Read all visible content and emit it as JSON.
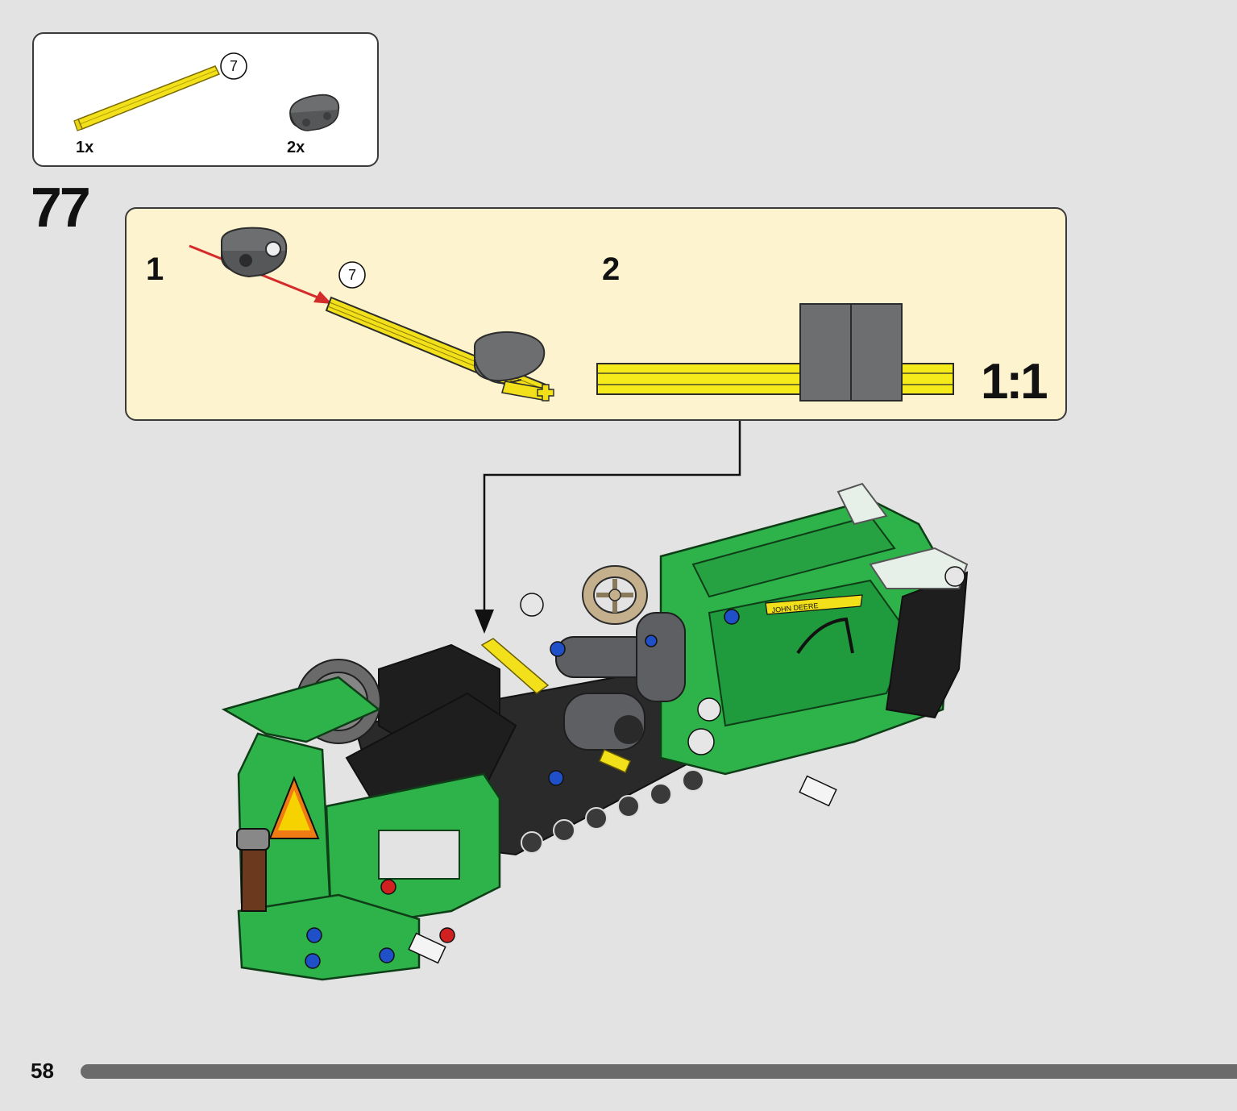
{
  "parts_list": {
    "items": [
      {
        "name": "axle",
        "length_callout": "7",
        "quantity": "1x",
        "color": "#f2e01b"
      },
      {
        "name": "liftarm-1x2-thick",
        "quantity": "2x",
        "color": "#6c6e70"
      }
    ]
  },
  "step": {
    "number": "77",
    "substeps": [
      {
        "number": "1",
        "callout": "7"
      },
      {
        "number": "2"
      }
    ],
    "scale_label": "1:1"
  },
  "model": {
    "decal_text": "JOHN DEERE",
    "colors": {
      "body": "#2db34a",
      "frame": "#2a2a2a",
      "axle": "#f2e01b",
      "pin_blue": "#2050c8",
      "pin_red": "#d02020"
    }
  },
  "page": {
    "number": "58"
  },
  "colors": {
    "background": "#e3e3e3",
    "substep_panel": "#fdf3cf",
    "arrow_red": "#d42b2b",
    "page_bar": "#6b6b6b"
  }
}
